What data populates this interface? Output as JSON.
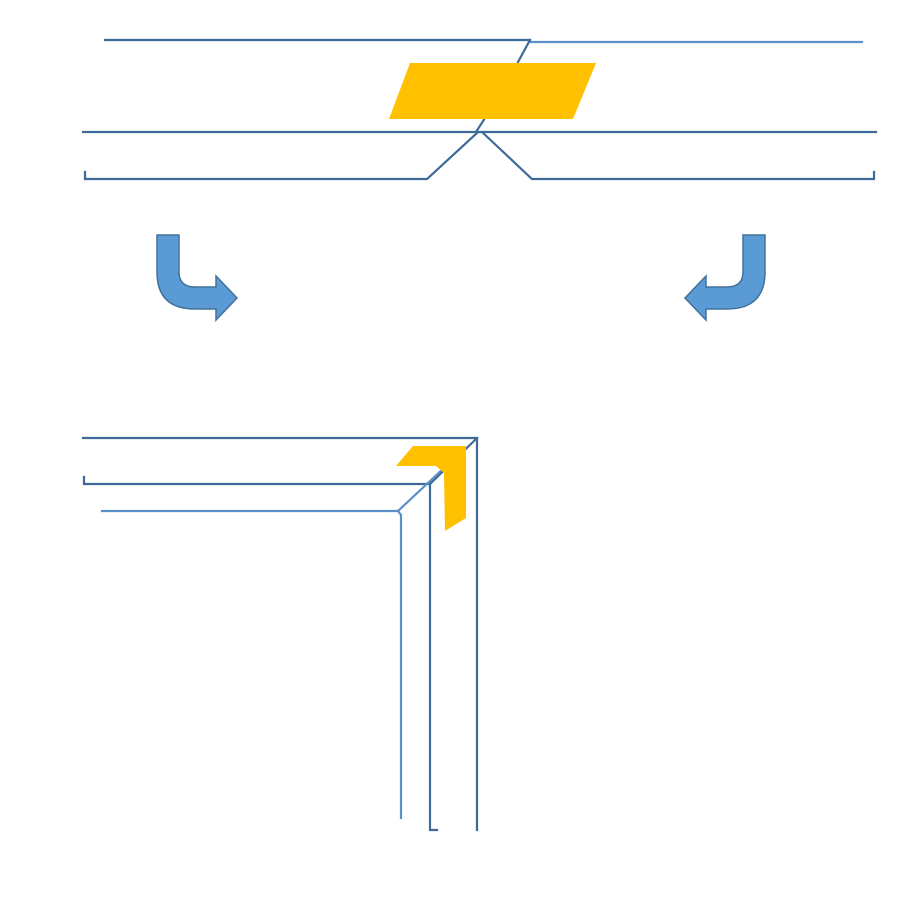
{
  "colors": {
    "line_dark": "#3d6a99",
    "line_light": "#5b8fc7",
    "fold_piece": "#ffc000",
    "arrow_fill": "#5b9bd5",
    "arrow_stroke": "#41719c",
    "background": "#ffffff"
  },
  "panels": {
    "top": "straight-strip-with-notch",
    "bottom": "mitered-corner-fold"
  },
  "arrows": [
    "curved-arrow-down-right",
    "curved-arrow-down-left"
  ]
}
